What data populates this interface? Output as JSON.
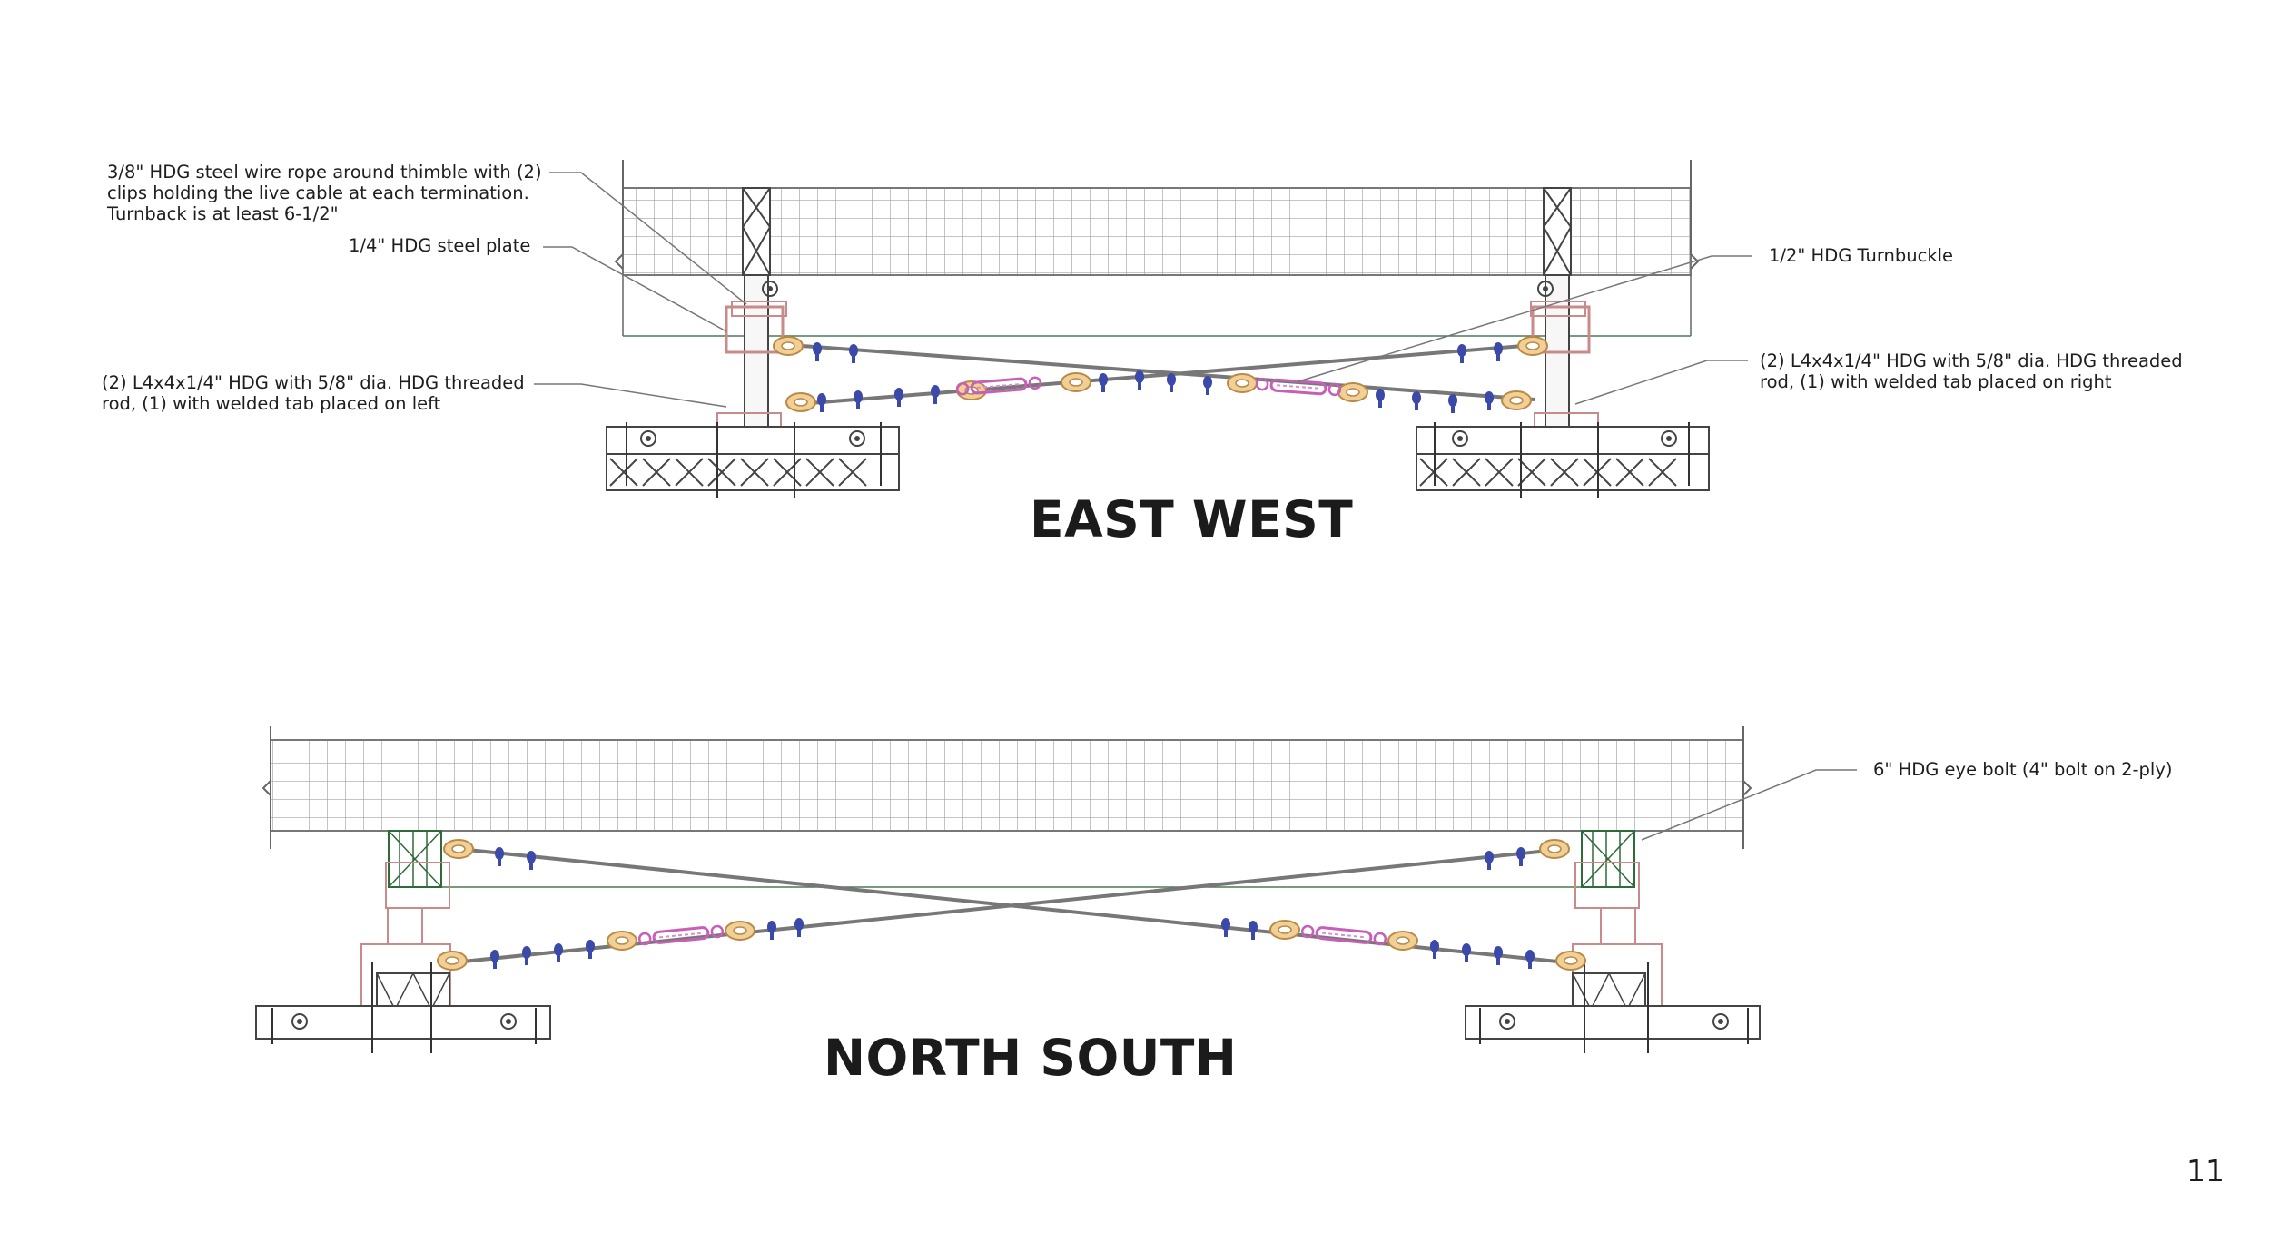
{
  "callouts": {
    "wire_rope": "3/8\" HDG steel wire rope around thimble with (2)\nclips holding the live cable at each termination.\nTurnback is at least 6-1/2\"",
    "steel_plate": "1/4\" HDG steel plate",
    "angle_left": "(2) L4x4x1/4\" HDG with 5/8\" dia. HDG threaded\nrod, (1) with welded tab placed on left",
    "turnbuckle": "1/2\" HDG Turnbuckle",
    "angle_right": "(2) L4x4x1/4\" HDG with 5/8\" dia. HDG threaded\nrod, (1) with welded tab placed on right",
    "eye_bolt": "6\" HDG eye bolt (4\" bolt on 2-ply)"
  },
  "titles": {
    "east_west": "EAST WEST",
    "north_south": "NORTH SOUTH"
  },
  "page_number": "11",
  "colors": {
    "line": "#555555",
    "grid": "#9a9a9a",
    "cable": "#777777",
    "plate_pink": "#c98a8a",
    "thimble": "#e0b77a",
    "turnbuckle": "#c65fb8",
    "clip": "#3b49a8",
    "mass_green": "#2f6b3a"
  }
}
